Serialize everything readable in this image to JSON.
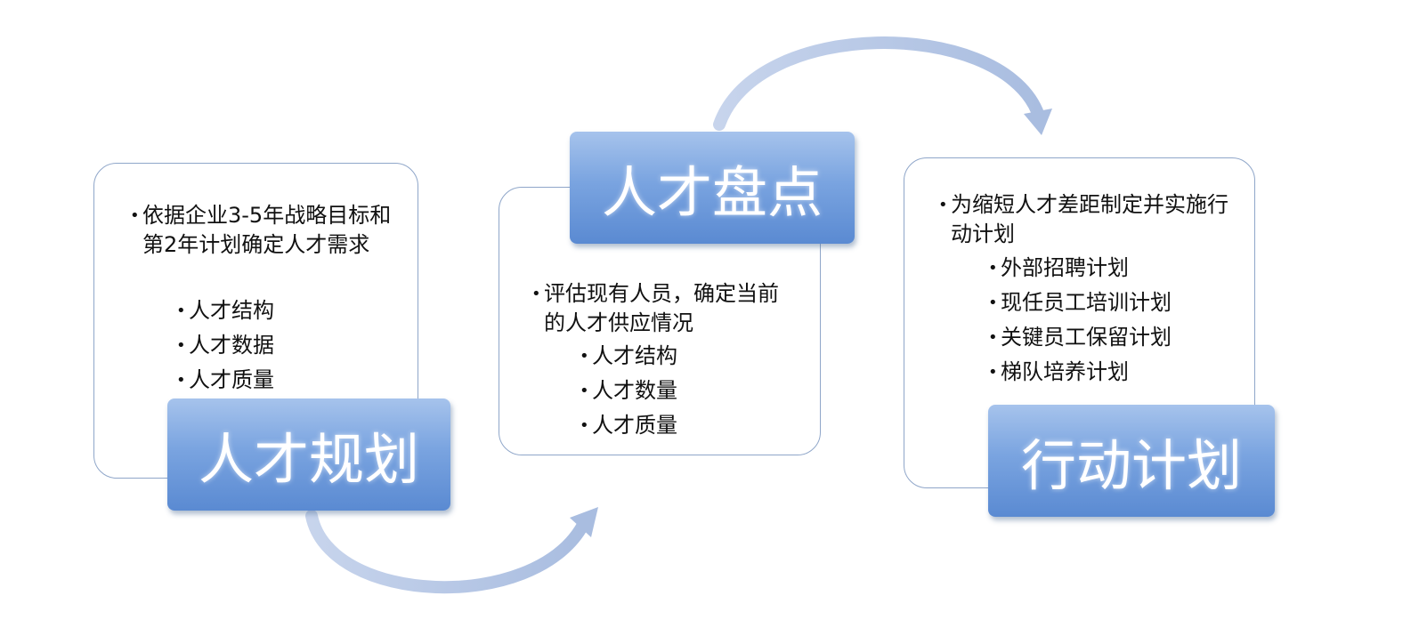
{
  "stages": [
    {
      "title": "人才规划",
      "bullet": "依据企业3-5年战略目标和第2年计划确定人才需求",
      "sub_items": [
        "人才结构",
        "人才数据",
        "人才质量"
      ]
    },
    {
      "title": "人才盘点",
      "bullet": "评估现有人员，确定当前的人才供应情况",
      "sub_items": [
        "人才结构",
        "人才数量",
        "人才质量"
      ]
    },
    {
      "title": "行动计划",
      "bullet": "为缩短人才差距制定并实施行动计划",
      "sub_items": [
        "外部招聘计划",
        "现任员工培训计划",
        "关键员工保留计划",
        "梯队培养计划"
      ]
    }
  ],
  "colors": {
    "title_box_top": "#a6c3ec",
    "title_box_bottom": "#5a8ad2",
    "card_border": "#8fa6c9",
    "arrow": "#b7c8e6"
  }
}
